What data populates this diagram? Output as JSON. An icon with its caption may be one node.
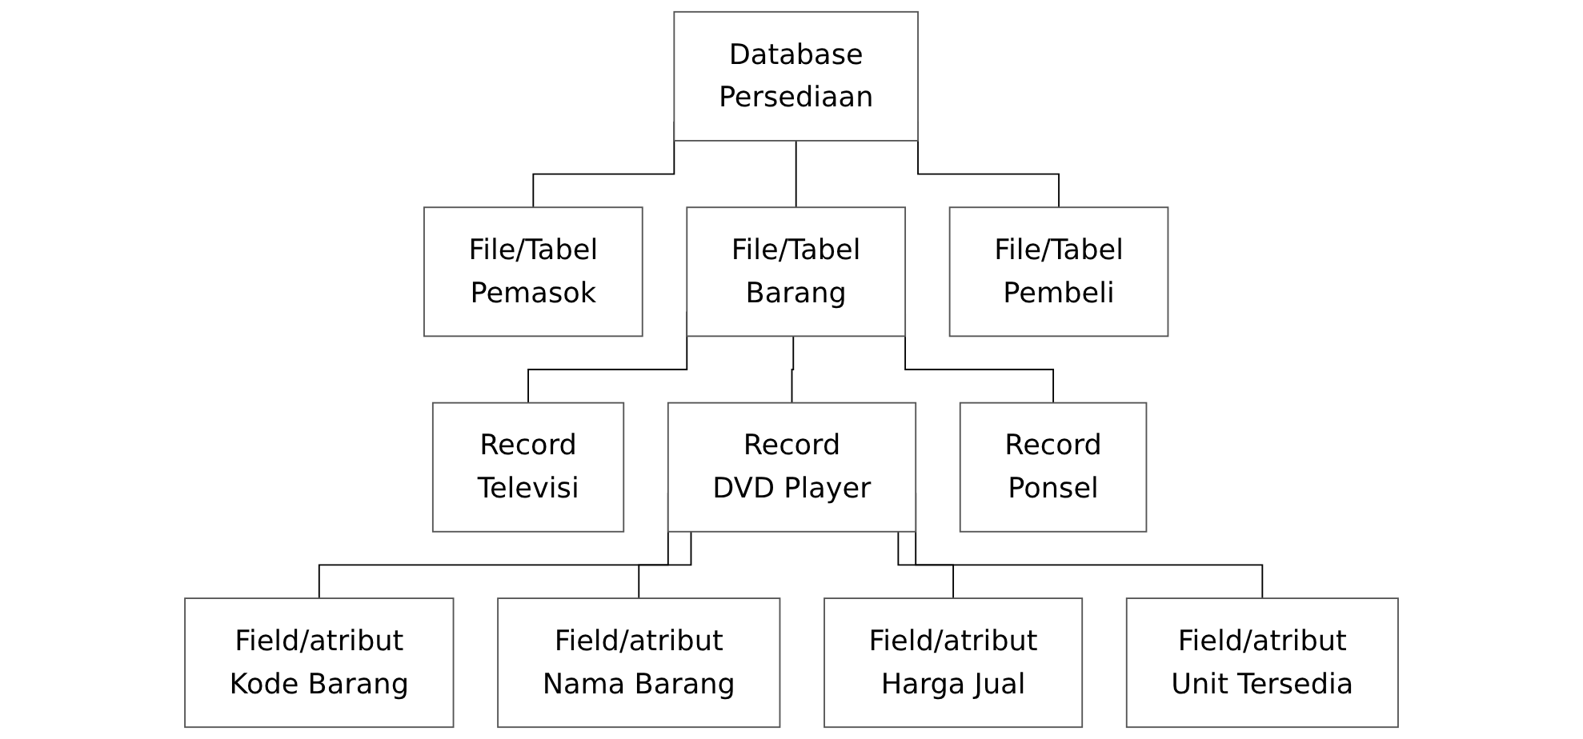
{
  "diagram": {
    "nodes": [
      {
        "text": [
          "Database",
          "Persediaan"
        ]
      },
      {
        "text": [
          "File/Tabel",
          "Pemasok"
        ]
      },
      {
        "text": [
          "File/Tabel",
          "Barang"
        ]
      },
      {
        "text": [
          "File/Tabel",
          "Pembeli"
        ]
      },
      {
        "text": [
          "Record",
          "Televisi"
        ]
      },
      {
        "text": [
          "Record",
          "DVD Player"
        ]
      },
      {
        "text": [
          "Record",
          "Ponsel"
        ]
      },
      {
        "text": [
          "Field/atribut",
          "Kode Barang"
        ]
      },
      {
        "text": [
          "Field/atribut",
          "Nama Barang"
        ]
      },
      {
        "text": [
          "Field/atribut",
          "Harga Jual"
        ]
      },
      {
        "text": [
          "Field/atribut",
          "Unit Tersedia"
        ]
      }
    ],
    "edges": [
      {
        "from": 0,
        "to": 1,
        "arrow": "none"
      },
      {
        "from": 0,
        "to": 2,
        "arrow": "none"
      },
      {
        "from": 0,
        "to": 3,
        "arrow": "none"
      },
      {
        "from": 2,
        "to": 4,
        "arrow": "none"
      },
      {
        "from": 2,
        "to": 5,
        "arrow": "none"
      },
      {
        "from": 2,
        "to": 6,
        "arrow": "none"
      },
      {
        "from": 5,
        "to": 7,
        "arrow": "none"
      },
      {
        "from": 5,
        "to": 8,
        "arrow": "none"
      },
      {
        "from": 5,
        "to": 9,
        "arrow": "none"
      },
      {
        "from": 5,
        "to": 10,
        "arrow": "none"
      }
    ]
  }
}
